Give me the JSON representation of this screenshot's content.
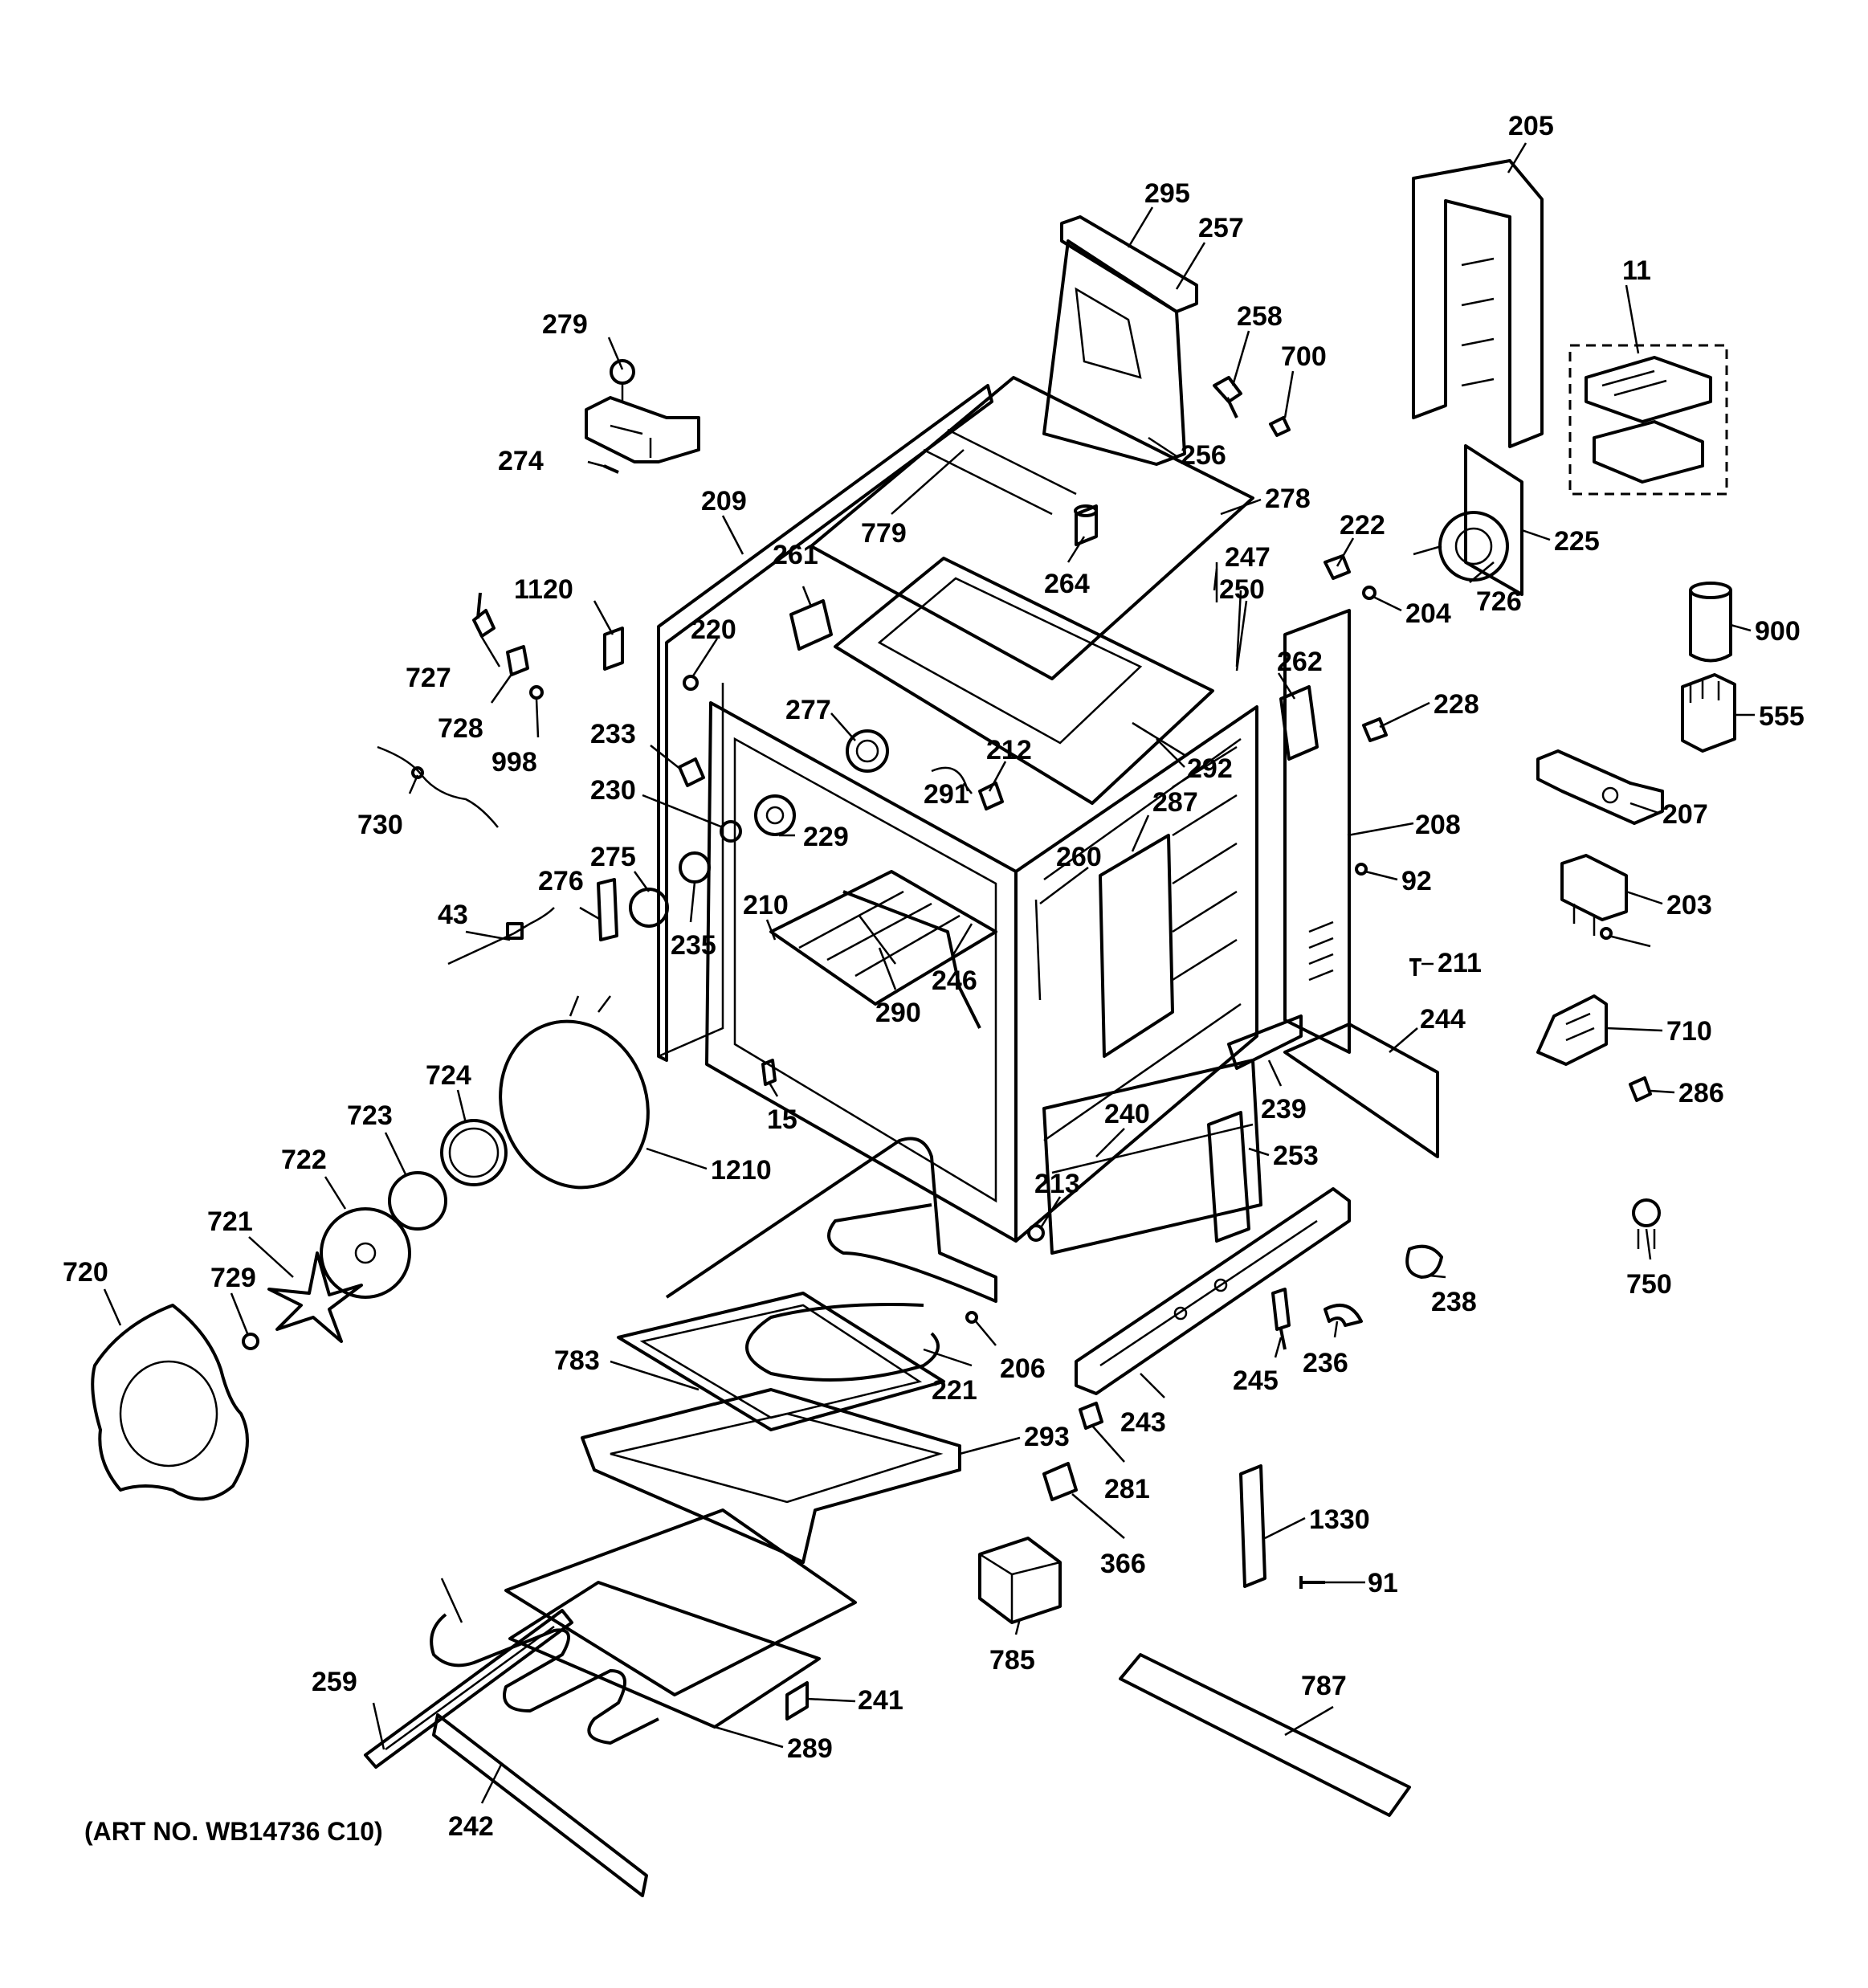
{
  "art_number": "(ART NO. WB14736 C10)",
  "parts": [
    "205",
    "295",
    "257",
    "11",
    "258",
    "700",
    "279",
    "256",
    "274",
    "278",
    "209",
    "779",
    "222",
    "225",
    "264",
    "247",
    "726",
    "261",
    "250",
    "204",
    "900",
    "1120",
    "220",
    "262",
    "727",
    "228",
    "555",
    "728",
    "998",
    "277",
    "212",
    "233",
    "292",
    "287",
    "207",
    "230",
    "291",
    "208",
    "730",
    "229",
    "260",
    "275",
    "92",
    "203",
    "276",
    "43",
    "210",
    "235",
    "246",
    "211",
    "290",
    "244",
    "710",
    "15",
    "239",
    "286",
    "724",
    "240",
    "253",
    "723",
    "1210",
    "722",
    "213",
    "721",
    "238",
    "750",
    "720",
    "729",
    "206",
    "245",
    "236",
    "783",
    "221",
    "243",
    "293",
    "281",
    "366",
    "1330",
    "91",
    "785",
    "241",
    "259",
    "289",
    "787",
    "242"
  ]
}
